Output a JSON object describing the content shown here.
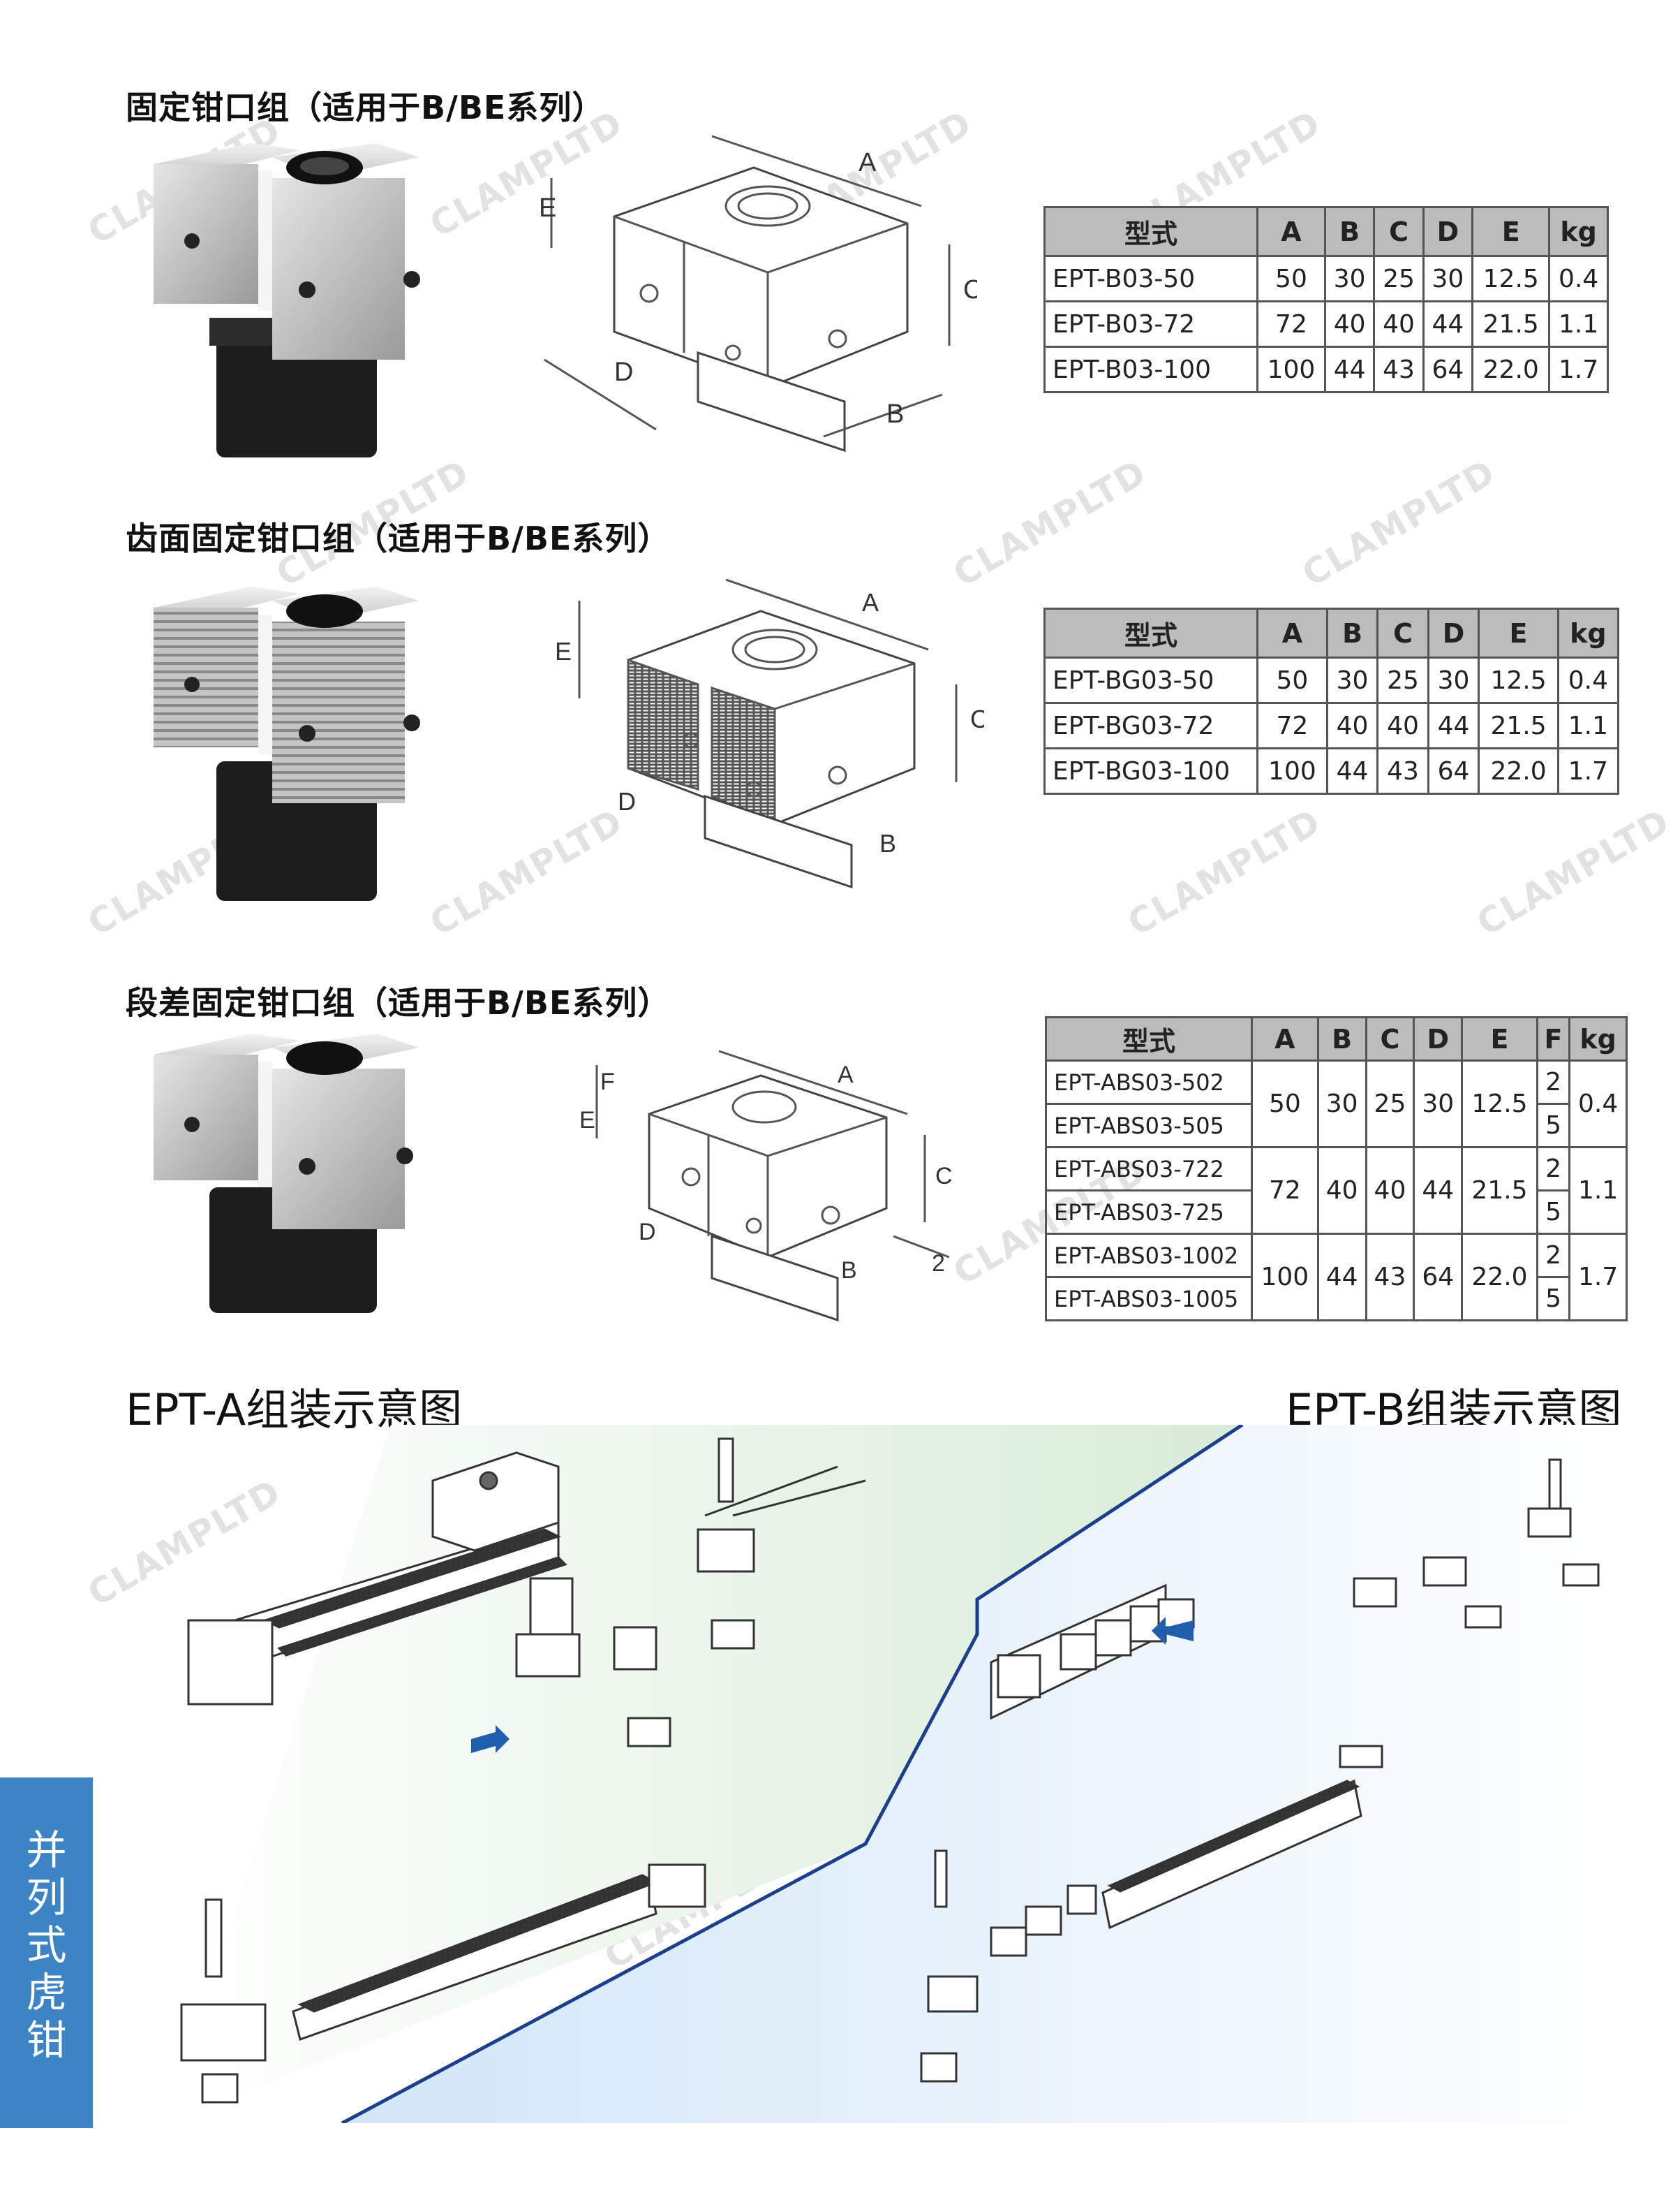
{
  "sections": [
    {
      "title": "固定钳口组（适用于B/BE系列）",
      "dims": {
        "a": "A",
        "b": "B",
        "c": "C",
        "d": "D",
        "e": "E"
      },
      "table": {
        "headers": [
          "型式",
          "A",
          "B",
          "C",
          "D",
          "E",
          "kg"
        ],
        "rows": [
          [
            "EPT-B03-50",
            "50",
            "30",
            "25",
            "30",
            "12.5",
            "0.4"
          ],
          [
            "EPT-B03-72",
            "72",
            "40",
            "40",
            "44",
            "21.5",
            "1.1"
          ],
          [
            "EPT-B03-100",
            "100",
            "44",
            "43",
            "64",
            "22.0",
            "1.7"
          ]
        ]
      }
    },
    {
      "title": "齿面固定钳口组（适用于B/BE系列）",
      "dims": {
        "a": "A",
        "b": "B",
        "c": "C",
        "d": "D",
        "e": "E"
      },
      "table": {
        "headers": [
          "型式",
          "A",
          "B",
          "C",
          "D",
          "E",
          "kg"
        ],
        "rows": [
          [
            "EPT-BG03-50",
            "50",
            "30",
            "25",
            "30",
            "12.5",
            "0.4"
          ],
          [
            "EPT-BG03-72",
            "72",
            "40",
            "40",
            "44",
            "21.5",
            "1.1"
          ],
          [
            "EPT-BG03-100",
            "100",
            "44",
            "43",
            "64",
            "22.0",
            "1.7"
          ]
        ]
      }
    },
    {
      "title": "段差固定钳口组（适用于B/BE系列）",
      "dims": {
        "a": "A",
        "b": "B",
        "c": "C",
        "d": "D",
        "e": "E",
        "f": "F",
        "step": "2"
      },
      "table": {
        "headers": [
          "型式",
          "A",
          "B",
          "C",
          "D",
          "E",
          "F",
          "kg"
        ],
        "groups": [
          {
            "models": [
              "EPT-ABS03-502",
              "EPT-ABS03-505"
            ],
            "A": "50",
            "B": "30",
            "C": "25",
            "D": "30",
            "E": "12.5",
            "F": [
              "2",
              "5"
            ],
            "kg": "0.4"
          },
          {
            "models": [
              "EPT-ABS03-722",
              "EPT-ABS03-725"
            ],
            "A": "72",
            "B": "40",
            "C": "40",
            "D": "44",
            "E": "21.5",
            "F": [
              "2",
              "5"
            ],
            "kg": "1.1"
          },
          {
            "models": [
              "EPT-ABS03-1002",
              "EPT-ABS03-1005"
            ],
            "A": "100",
            "B": "44",
            "C": "43",
            "D": "64",
            "E": "22.0",
            "F": [
              "2",
              "5"
            ],
            "kg": "1.7"
          }
        ]
      }
    }
  ],
  "assembly": {
    "left_title": "EPT-A组装示意图",
    "right_title": "EPT-B组装示意图"
  },
  "side_tab": {
    "text": "并列式虎钳"
  },
  "watermark": "CLAMPLTD",
  "colors": {
    "tab": "#3c84c6",
    "arrow": "#1f5fae",
    "table_header": "#bcbcbc",
    "divider": "#1b3f8f"
  }
}
